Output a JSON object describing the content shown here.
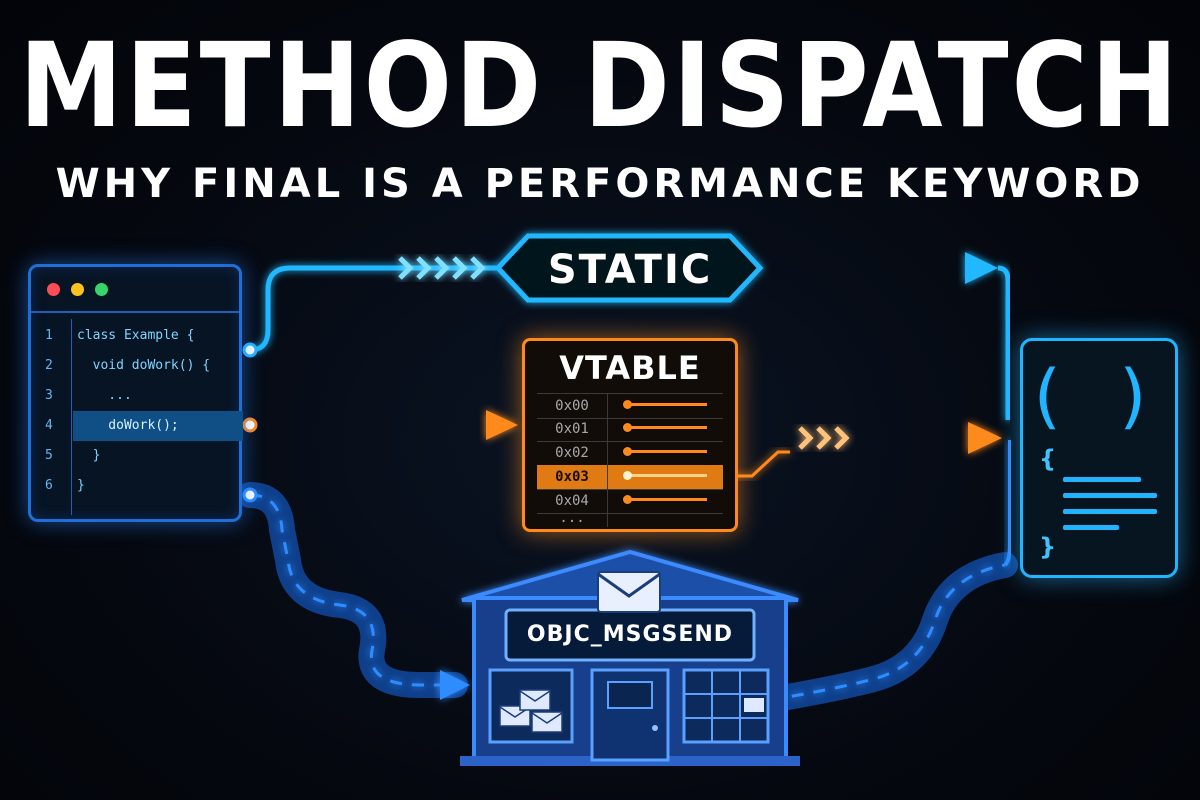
{
  "title": "METHOD DISPATCH",
  "subtitle": "WHY FINAL IS A PERFORMANCE KEYWORD",
  "code_editor": {
    "lines": [
      {
        "num": "1",
        "text": "class Example {"
      },
      {
        "num": "2",
        "text": "  void doWork() {"
      },
      {
        "num": "3",
        "text": "    ..."
      },
      {
        "num": "4",
        "text": "    doWork();"
      },
      {
        "num": "5",
        "text": "  }"
      },
      {
        "num": "6",
        "text": "}"
      }
    ],
    "highlighted_line": 4
  },
  "static_label": "STATIC",
  "vtable": {
    "title": "VTABLE",
    "rows": [
      "0x00",
      "0x01",
      "0x02",
      "0x03",
      "0x04",
      "..."
    ],
    "selected_row": "0x03"
  },
  "message_send": {
    "label": "OBJC_MSGSEND"
  },
  "target_method": {
    "parens": "( )",
    "open_brace": "{",
    "close_brace": "}"
  },
  "colors": {
    "static": "#22b8ff",
    "vtable": "#ff8a1c",
    "message": "#1f6fe0",
    "background": "#05080f"
  }
}
